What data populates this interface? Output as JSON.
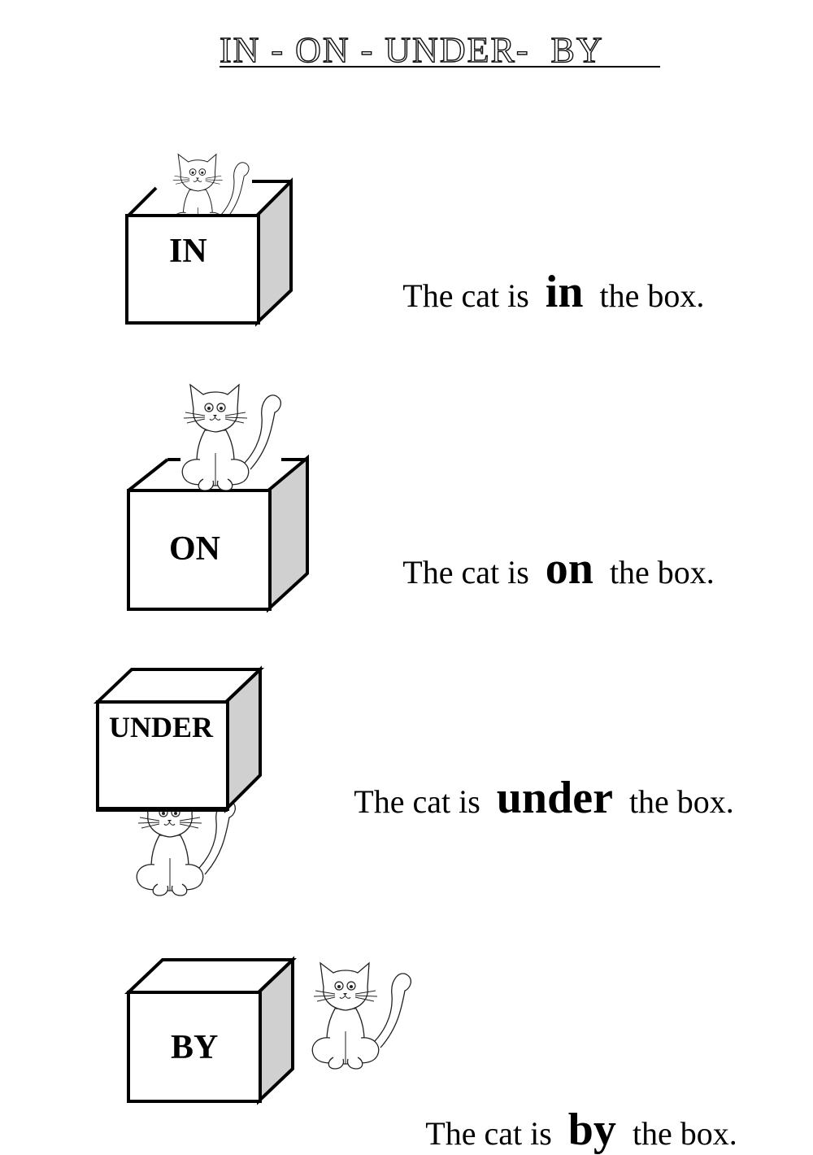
{
  "title": {
    "text": "IN - ON - UNDER-  BY"
  },
  "colors": {
    "ink": "#000000",
    "box_side_shade": "#d0d0d0",
    "paper": "#ffffff"
  },
  "scenes": [
    {
      "id": "in",
      "box_label": "IN",
      "cat_position": "in the box (head peeking over top)",
      "sentence": {
        "prefix": "The cat is",
        "keyword": "in",
        "suffix": "the box."
      }
    },
    {
      "id": "on",
      "box_label": "ON",
      "cat_position": "sitting on top of the box",
      "sentence": {
        "prefix": "The cat is",
        "keyword": "on",
        "suffix": "the box."
      }
    },
    {
      "id": "under",
      "box_label": "UNDER",
      "cat_position": "sitting under the box",
      "sentence": {
        "prefix": "The cat is",
        "keyword": "under",
        "suffix": "the box."
      }
    },
    {
      "id": "by",
      "box_label": "BY",
      "cat_position": "sitting beside the box",
      "sentence": {
        "prefix": "The cat is",
        "keyword": "by",
        "suffix": "the box."
      }
    }
  ],
  "icons": {
    "cat": "cat-line-drawing-icon",
    "box": "3d-box-icon"
  }
}
